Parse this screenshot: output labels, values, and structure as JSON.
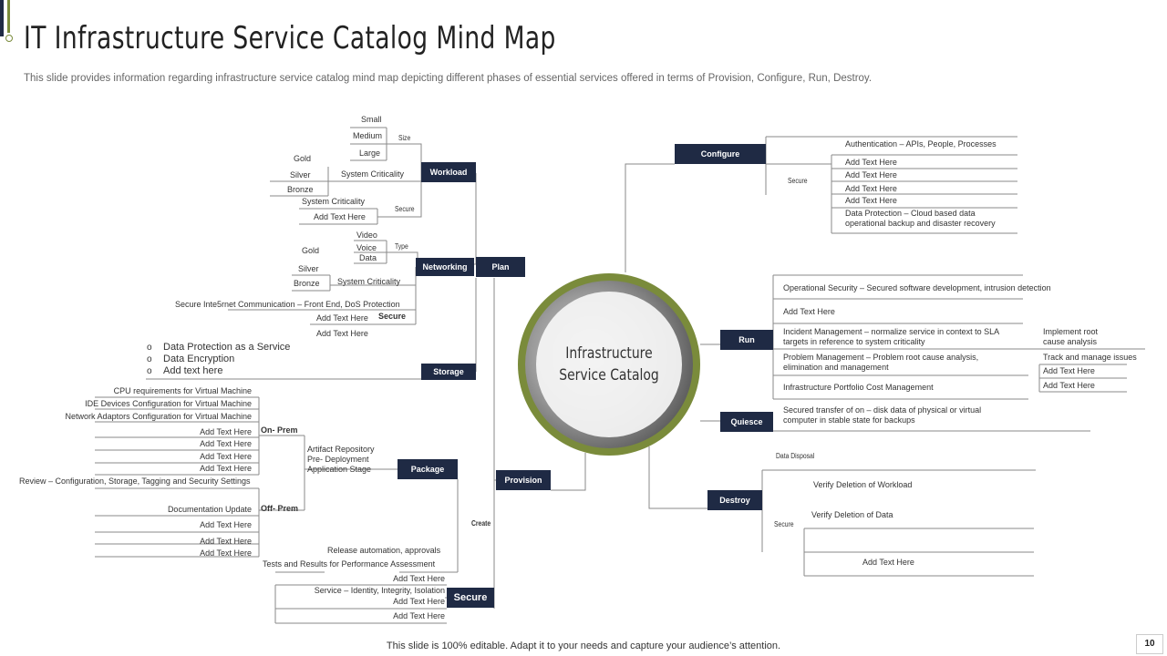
{
  "title": "IT Infrastructure Service Catalog Mind Map",
  "subtitle": "This slide provides information regarding infrastructure service catalog mind map depicting different phases of essential services offered in terms of Provision, Configure, Run, Destroy.",
  "center": {
    "line1": "Infrastructure",
    "line2": "Service Catalog"
  },
  "nodes": {
    "workload": "Workload",
    "networking": "Networking",
    "plan": "Plan",
    "storage": "Storage",
    "package": "Package",
    "provision": "Provision",
    "secure": "Secure",
    "configure": "Configure",
    "run": "Run",
    "quiesce": "Quiesce",
    "destroy": "Destroy"
  },
  "labels": {
    "size": "Size",
    "secure_small": "Secure",
    "type": "Type",
    "create": "Create",
    "on_prem": "On- Prem",
    "off_prem": "Off- Prem",
    "data_disposal": "Data Disposal",
    "secure_run": "Secure",
    "secure_cfg": "Secure",
    "secure_net": "Secure"
  },
  "workload": {
    "small": "Small",
    "medium": "Medium",
    "large": "Large",
    "gold": "Gold",
    "silver": "Silver",
    "bronze": "Bronze",
    "criticality1": "System Criticality",
    "criticality2": "System Criticality",
    "add": "Add Text Here"
  },
  "networking": {
    "video": "Video",
    "voice": "Voice",
    "data": "Data",
    "gold": "Gold",
    "silver": "Silver",
    "bronze": "Bronze",
    "criticality": "System Criticality",
    "comm": "Secure Inte5rnet Communication – Front End, DoS Protection",
    "add1": "Add Text Here",
    "add2": "Add Text Here"
  },
  "storage": {
    "items": [
      "Data Protection as a Service",
      "Data Encryption",
      "Add text here"
    ]
  },
  "package": {
    "on_prem": [
      "CPU requirements for Virtual Machine",
      "IDE Devices Configuration for Virtual Machine",
      "Network Adaptors Configuration for Virtual Machine",
      "Add Text Here",
      "Add Text Here",
      "Add Text Here",
      "Add Text Here"
    ],
    "review": "Review – Configuration, Storage, Tagging and Security Settings",
    "off_prem": [
      "Documentation Update",
      "Add Text Here",
      "Add Text Here",
      "Add Text Here"
    ],
    "artifact": [
      "Artifact Repository",
      "Pre- Deployment",
      "Application Stage"
    ]
  },
  "create": {
    "line1": "Release automation, approvals",
    "line2": "Tests and  Results for Performance Assessment"
  },
  "secure_branch": {
    "items": [
      "Add Text Here",
      "Service – Identity, Integrity, Isolation",
      "Add Text Here",
      "Add Text Here"
    ]
  },
  "configure": {
    "auth": "Authentication – APIs, People,  Processes",
    "adds": [
      "Add Text Here",
      "Add Text Here",
      "Add Text Here",
      "Add Text Here"
    ],
    "protection1": "Data Protection – Cloud based data",
    "protection2": "operational backup and disaster recovery"
  },
  "run": {
    "ops": "Operational Security – Secured software development, intrusion detection",
    "add": "Add Text Here",
    "incident1": "Incident Management – normalize service in context to SLA",
    "incident2": "targets in reference to system criticality",
    "problem1": "Problem Management – Problem root cause analysis,",
    "problem2": "elimination and management",
    "cost": "Infrastructure Portfolio Cost Management",
    "rca1": "Implement root",
    "rca2": "cause analysis",
    "track": "Track and manage issues",
    "add2": "Add Text Here",
    "add3": "Add Text Here"
  },
  "quiesce": {
    "line1": "Secured transfer of on – disk data of physical or virtual",
    "line2": "computer in stable state for backups"
  },
  "destroy": {
    "workload": "Verify Deletion of Workload",
    "data": "Verify Deletion of Data",
    "add": "Add Text Here"
  },
  "footer": "This slide is 100% editable.  Adapt it to your needs and capture your audience’s attention.",
  "page_number": "10",
  "colors": {
    "node": "#1f2a44",
    "ring": "#7a8b3b",
    "line": "#8a8a8a"
  }
}
